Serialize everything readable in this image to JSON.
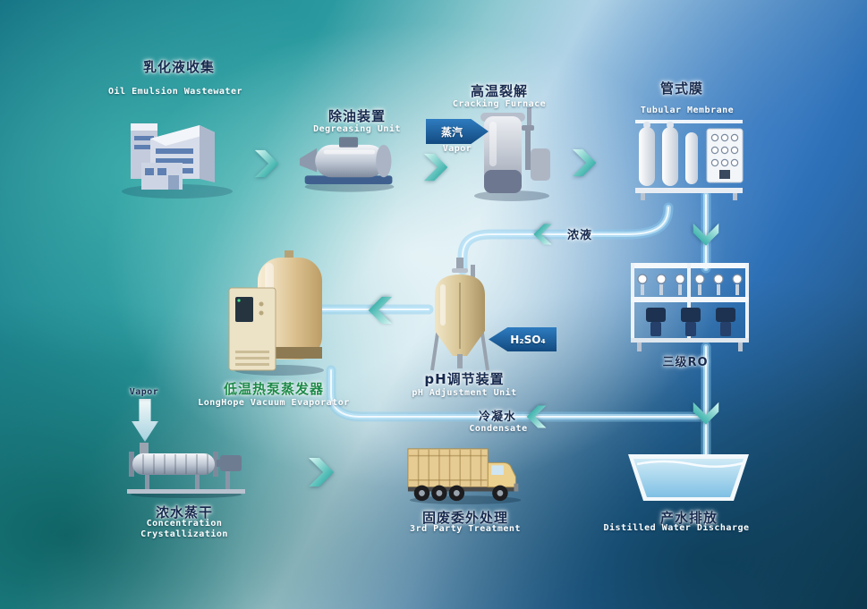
{
  "nodes": {
    "collection": {
      "zh": "乳化液收集",
      "en": "Oil Emulsion Wastewater"
    },
    "degreasing": {
      "zh": "除油装置",
      "en": "Degreasing Unit"
    },
    "cracking": {
      "zh": "高温裂解",
      "en": "Cracking Furnace"
    },
    "membrane": {
      "zh": "管式膜",
      "en": "Tubular Membrane"
    },
    "ro": {
      "zh": "三级RO"
    },
    "ph_unit": {
      "zh": "pH调节装置",
      "en": "pH Adjustment Unit"
    },
    "evaporator": {
      "zh": "低温热泵蒸发器",
      "en": "LongHope Vacuum Evaporator"
    },
    "crystallization": {
      "zh": "浓水蒸干",
      "en_line1": "Concentration",
      "en_line2": "Crystallization"
    },
    "third_party": {
      "zh": "固废委外处理",
      "en": "3rd Party Treatment"
    },
    "discharge": {
      "zh": "产水排放",
      "en": "Distilled Water Discharge"
    }
  },
  "flows": {
    "steam": {
      "zh": "蒸汽",
      "en": "Vapor"
    },
    "concentrate": {
      "zh": "浓液"
    },
    "acid": {
      "label": "H₂SO₄"
    },
    "condensate": {
      "zh": "冷凝水",
      "en": "Condensate"
    },
    "vapor_to_dryer": {
      "en": "Vapor"
    }
  },
  "colors": {
    "chevron_teal": "#14a59e",
    "pipe_blue": "#a8d8f0",
    "flow_arrow_blue": "#17548e",
    "label_dark": "#162a4e",
    "label_green": "#1e8a4a",
    "label_white": "#ffffff"
  }
}
